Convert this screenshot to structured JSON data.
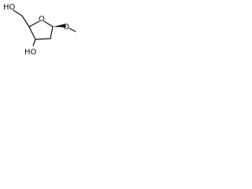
{
  "molecule": {
    "atoms": {
      "ring_oxygen": "O",
      "methoxy_oxygen": "O",
      "top_hydroxyl": "HO",
      "bottom_hydroxyl": "HO"
    },
    "colors": {
      "bond": "#111111",
      "text": "#111111",
      "background": "#ffffff"
    }
  }
}
